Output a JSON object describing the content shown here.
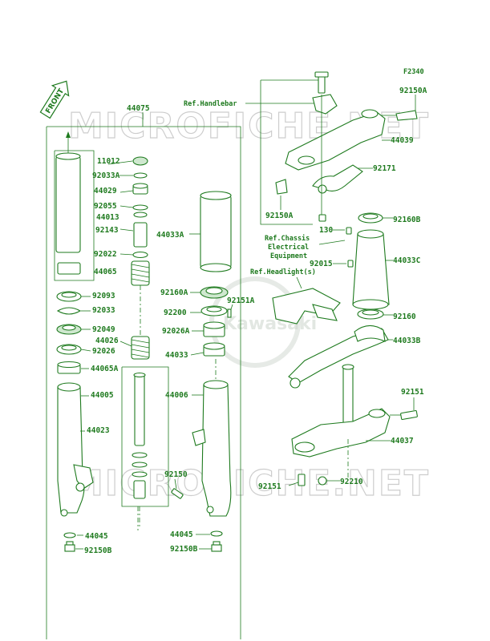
{
  "diagram": {
    "code": "F2340",
    "direction_label": "FRONT",
    "watermark": "MICROFICHE.NET",
    "brand_mark": "Kawasaki",
    "references": {
      "handlebar": "Ref.Handlebar",
      "chassis_line1": "Ref.Chassis",
      "chassis_line2": "Electrical",
      "chassis_line3": "Equipment",
      "headlight": "Ref.Headlight(s)"
    },
    "left_fork_parts": [
      "44075",
      "11012",
      "92033A",
      "44029",
      "92055",
      "44013",
      "92143",
      "92022",
      "44065",
      "92093",
      "92033",
      "92049",
      "92026",
      "44026",
      "44065A",
      "44005",
      "44023",
      "92150",
      "44045",
      "92150B"
    ],
    "right_fork_parts": [
      "44033A",
      "92160A",
      "92200",
      "92151A",
      "92026A",
      "44033",
      "44006",
      "44045",
      "92150B"
    ],
    "steering_parts": [
      "92150A",
      "44039",
      "92171",
      "92150A",
      "92160B",
      "130",
      "92015",
      "44033C",
      "92160",
      "44033B",
      "92151",
      "44037",
      "92151",
      "92210"
    ]
  }
}
